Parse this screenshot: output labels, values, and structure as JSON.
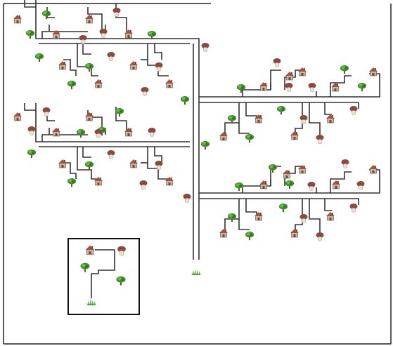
{
  "palette": {
    "path": "#333333",
    "frame": "#222222",
    "house_wall": "#c9b7a3",
    "house_roof": "#a6523a",
    "mushroom_cap": "#8a4a3d",
    "mushroom_stem": "#e8e0d4",
    "tree_leaf": "#3f8f2e",
    "tree_leaf_light": "#6cbb3f",
    "trunk": "#7a4d2a",
    "grass": "#58b63f"
  },
  "icons": {
    "house": "house-icon",
    "mushroom": "mushroom-icon",
    "tree": "tree-icon",
    "grass": "grass-icon"
  },
  "legend": {
    "items": [
      "house",
      "mushroom",
      "tree",
      "tree",
      "grass"
    ]
  }
}
